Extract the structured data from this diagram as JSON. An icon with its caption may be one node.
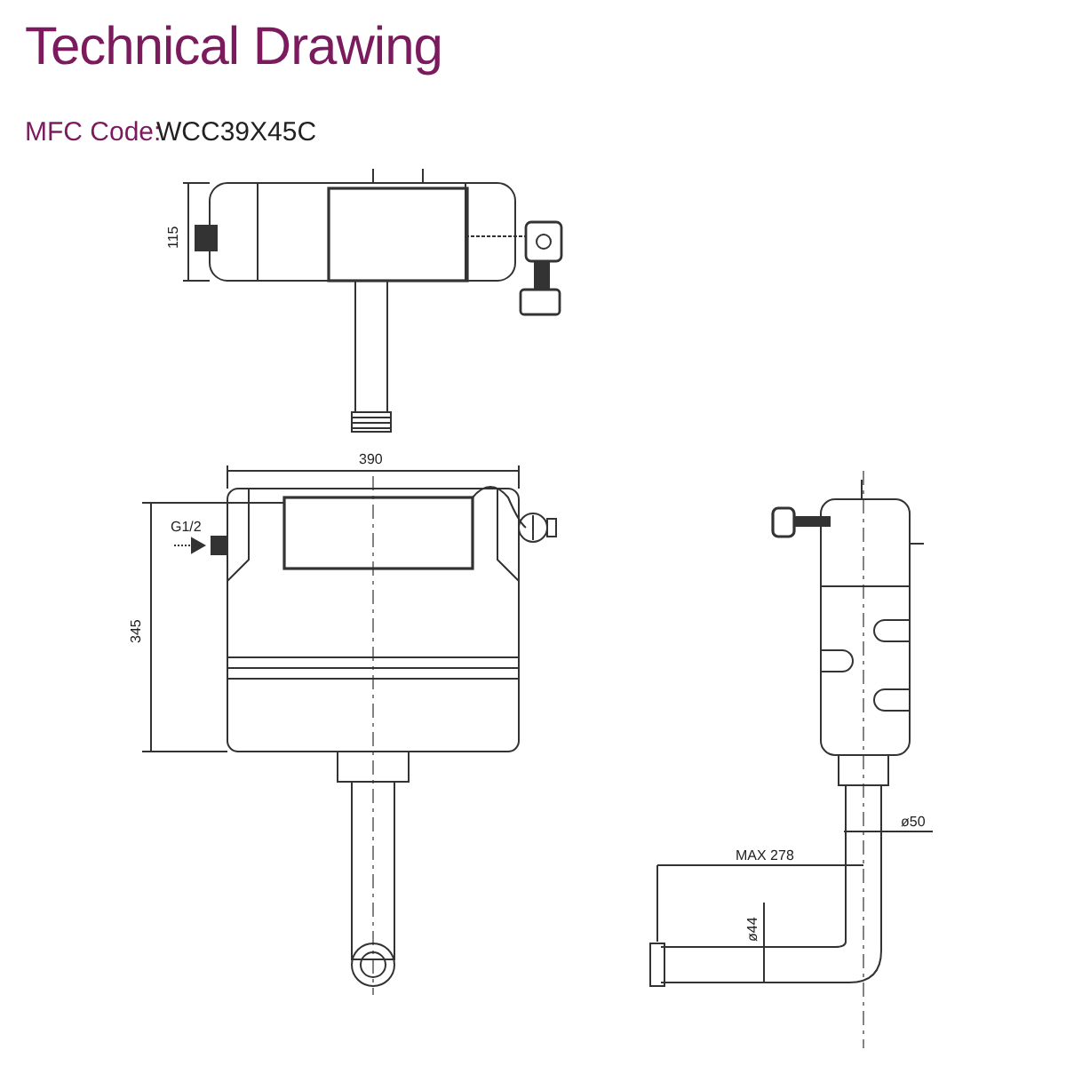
{
  "diagram": {
    "title": "Technical Drawing",
    "labels": [
      "MFC Code:",
      "WCC39X45C",
      "115",
      "390",
      "G1/2",
      "345",
      "MAX 278",
      "ø50",
      "ø44"
    ]
  }
}
